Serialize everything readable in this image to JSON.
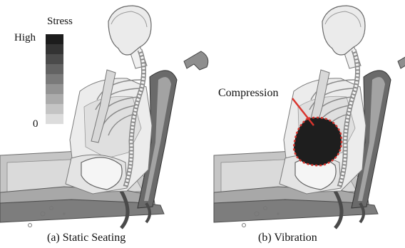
{
  "legend": {
    "title": "Stress",
    "high_label": "High",
    "low_label": "0",
    "scale_colors": [
      "#1c1c1c",
      "#333333",
      "#4b4b4b",
      "#636363",
      "#7a7a7a",
      "#939393",
      "#ababab",
      "#c4c4c4",
      "#dcdcdc"
    ]
  },
  "panels": [
    {
      "caption": "(a)  Static Seating"
    },
    {
      "caption": "(b)  Vibration"
    }
  ],
  "annotation": {
    "label": "Compression",
    "color": "#d9352e"
  }
}
